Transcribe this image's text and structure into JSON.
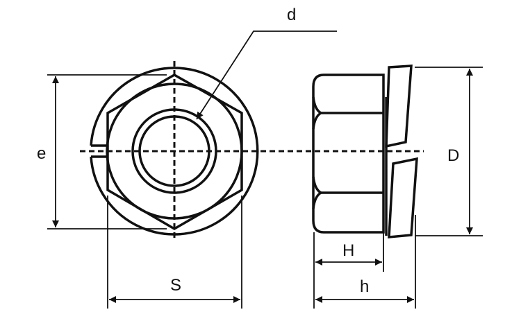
{
  "labels": {
    "d": "d",
    "e": "e",
    "D": "D",
    "S": "S",
    "H": "H",
    "h": "h"
  },
  "colors": {
    "line": "#111111",
    "background": "#ffffff"
  }
}
